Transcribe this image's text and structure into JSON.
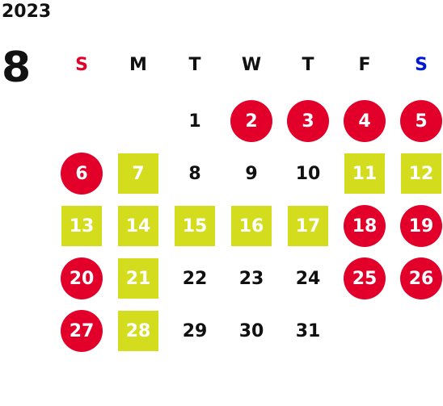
{
  "calendar": {
    "year": "2023",
    "month": "8",
    "weekdays": [
      {
        "label": "S",
        "color": "#e2002a"
      },
      {
        "label": "M",
        "color": "#111111"
      },
      {
        "label": "T",
        "color": "#111111"
      },
      {
        "label": "W",
        "color": "#111111"
      },
      {
        "label": "T",
        "color": "#111111"
      },
      {
        "label": "F",
        "color": "#111111"
      },
      {
        "label": "S",
        "color": "#0018d8"
      }
    ],
    "first_weekday_index": 2,
    "legend_colors": {
      "holiday": "#e2002a",
      "closed": "#d3dd1e"
    },
    "days": [
      {
        "day": "1",
        "type": "normal"
      },
      {
        "day": "2",
        "type": "holiday"
      },
      {
        "day": "3",
        "type": "holiday"
      },
      {
        "day": "4",
        "type": "holiday"
      },
      {
        "day": "5",
        "type": "holiday"
      },
      {
        "day": "6",
        "type": "holiday"
      },
      {
        "day": "7",
        "type": "closed"
      },
      {
        "day": "8",
        "type": "normal"
      },
      {
        "day": "9",
        "type": "normal"
      },
      {
        "day": "10",
        "type": "normal"
      },
      {
        "day": "11",
        "type": "closed"
      },
      {
        "day": "12",
        "type": "closed"
      },
      {
        "day": "13",
        "type": "closed"
      },
      {
        "day": "14",
        "type": "closed"
      },
      {
        "day": "15",
        "type": "closed"
      },
      {
        "day": "16",
        "type": "closed"
      },
      {
        "day": "17",
        "type": "closed"
      },
      {
        "day": "18",
        "type": "holiday"
      },
      {
        "day": "19",
        "type": "holiday"
      },
      {
        "day": "20",
        "type": "holiday"
      },
      {
        "day": "21",
        "type": "closed"
      },
      {
        "day": "22",
        "type": "normal"
      },
      {
        "day": "23",
        "type": "normal"
      },
      {
        "day": "24",
        "type": "normal"
      },
      {
        "day": "25",
        "type": "holiday"
      },
      {
        "day": "26",
        "type": "holiday"
      },
      {
        "day": "27",
        "type": "holiday"
      },
      {
        "day": "28",
        "type": "closed"
      },
      {
        "day": "29",
        "type": "normal"
      },
      {
        "day": "30",
        "type": "normal"
      },
      {
        "day": "31",
        "type": "normal"
      }
    ]
  }
}
